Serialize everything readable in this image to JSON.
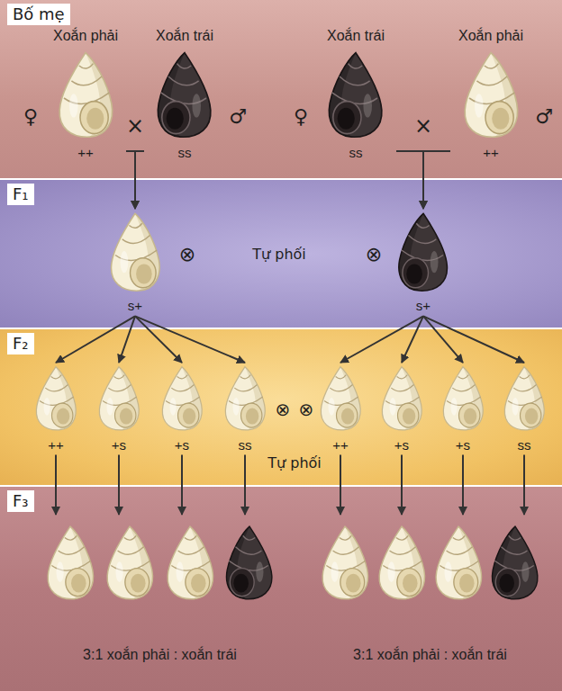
{
  "diagram": {
    "nodes": [
      {
        "text": [
          "Bố mẹ"
        ]
      },
      {
        "text": [
          "Xoắn phải",
          "♀",
          "++"
        ],
        "in": 0
      },
      {
        "text": [
          "Xoắn trái",
          "♂",
          "ss"
        ],
        "in": 0
      },
      {
        "text": [
          "Xoắn trái",
          "♀",
          "ss"
        ],
        "in": 0
      },
      {
        "text": [
          "Xoắn phải",
          "♂",
          "++"
        ],
        "in": 0
      },
      {
        "text": [
          "F₁"
        ]
      },
      {
        "text": [
          "s+"
        ],
        "in": 5
      },
      {
        "text": [
          "s+"
        ],
        "in": 5
      },
      {
        "text": [
          "F₂"
        ]
      },
      {
        "text": [
          "++"
        ],
        "in": 8
      },
      {
        "text": [
          "+s"
        ],
        "in": 8
      },
      {
        "text": [
          "+s"
        ],
        "in": 8
      },
      {
        "text": [
          "ss"
        ],
        "in": 8
      },
      {
        "text": [
          "++"
        ],
        "in": 8
      },
      {
        "text": [
          "+s"
        ],
        "in": 8
      },
      {
        "text": [
          "+s"
        ],
        "in": 8
      },
      {
        "text": [
          "ss"
        ],
        "in": 8
      },
      {
        "text": [
          "F₃"
        ]
      },
      {
        "text": [
          "3:1 xoắn phải : xoắn trái"
        ],
        "in": 17
      },
      {
        "text": [
          "3:1 xoắn phải : xoắn trái"
        ],
        "in": 17
      }
    ],
    "edges": [
      {
        "from": 1,
        "to": 6,
        "arrow": "to"
      },
      {
        "from": 2,
        "to": 6,
        "arrow": "to"
      },
      {
        "from": 3,
        "to": 7,
        "arrow": "to"
      },
      {
        "from": 4,
        "to": 7,
        "arrow": "to"
      },
      {
        "from": 6,
        "to": 9,
        "arrow": "to"
      },
      {
        "from": 6,
        "to": 10,
        "arrow": "to"
      },
      {
        "from": 6,
        "to": 11,
        "arrow": "to"
      },
      {
        "from": 6,
        "to": 12,
        "arrow": "to"
      },
      {
        "from": 7,
        "to": 13,
        "arrow": "to"
      },
      {
        "from": 7,
        "to": 14,
        "arrow": "to"
      },
      {
        "from": 7,
        "to": 15,
        "arrow": "to"
      },
      {
        "from": 7,
        "to": 16,
        "arrow": "to"
      },
      {
        "from": 9,
        "to": 18,
        "arrow": "to"
      },
      {
        "from": 10,
        "to": 18,
        "arrow": "to"
      },
      {
        "from": 11,
        "to": 18,
        "arrow": "to"
      },
      {
        "from": 12,
        "to": 18,
        "arrow": "to"
      },
      {
        "from": 13,
        "to": 19,
        "arrow": "to"
      },
      {
        "from": 14,
        "to": 19,
        "arrow": "to"
      },
      {
        "from": 15,
        "to": 19,
        "arrow": "to"
      },
      {
        "from": 16,
        "to": 19,
        "arrow": "to"
      }
    ],
    "labels": [
      "×",
      "×",
      "⊗",
      "Tự phối",
      "⊗",
      "⊗",
      "⊗",
      "Tự phối"
    ]
  }
}
